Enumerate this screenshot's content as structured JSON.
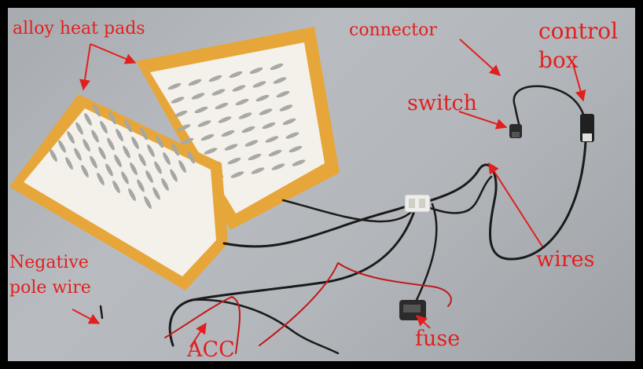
{
  "labels": {
    "heat_pads": "alloy heat pads",
    "connector": "connector",
    "control_box_line1": "control",
    "control_box_line2": "box",
    "switch": "switch",
    "negative_line1": "Negative",
    "negative_line2": "pole wire",
    "wires": "wires",
    "fuse": "fuse",
    "acc": "ACC"
  },
  "colors": {
    "label": "#e21f1f",
    "pad_border": "#e7a63a",
    "pad_face": "#f3f1ea",
    "wire_black": "#1a1a1a",
    "wire_red": "#c01a1a"
  }
}
